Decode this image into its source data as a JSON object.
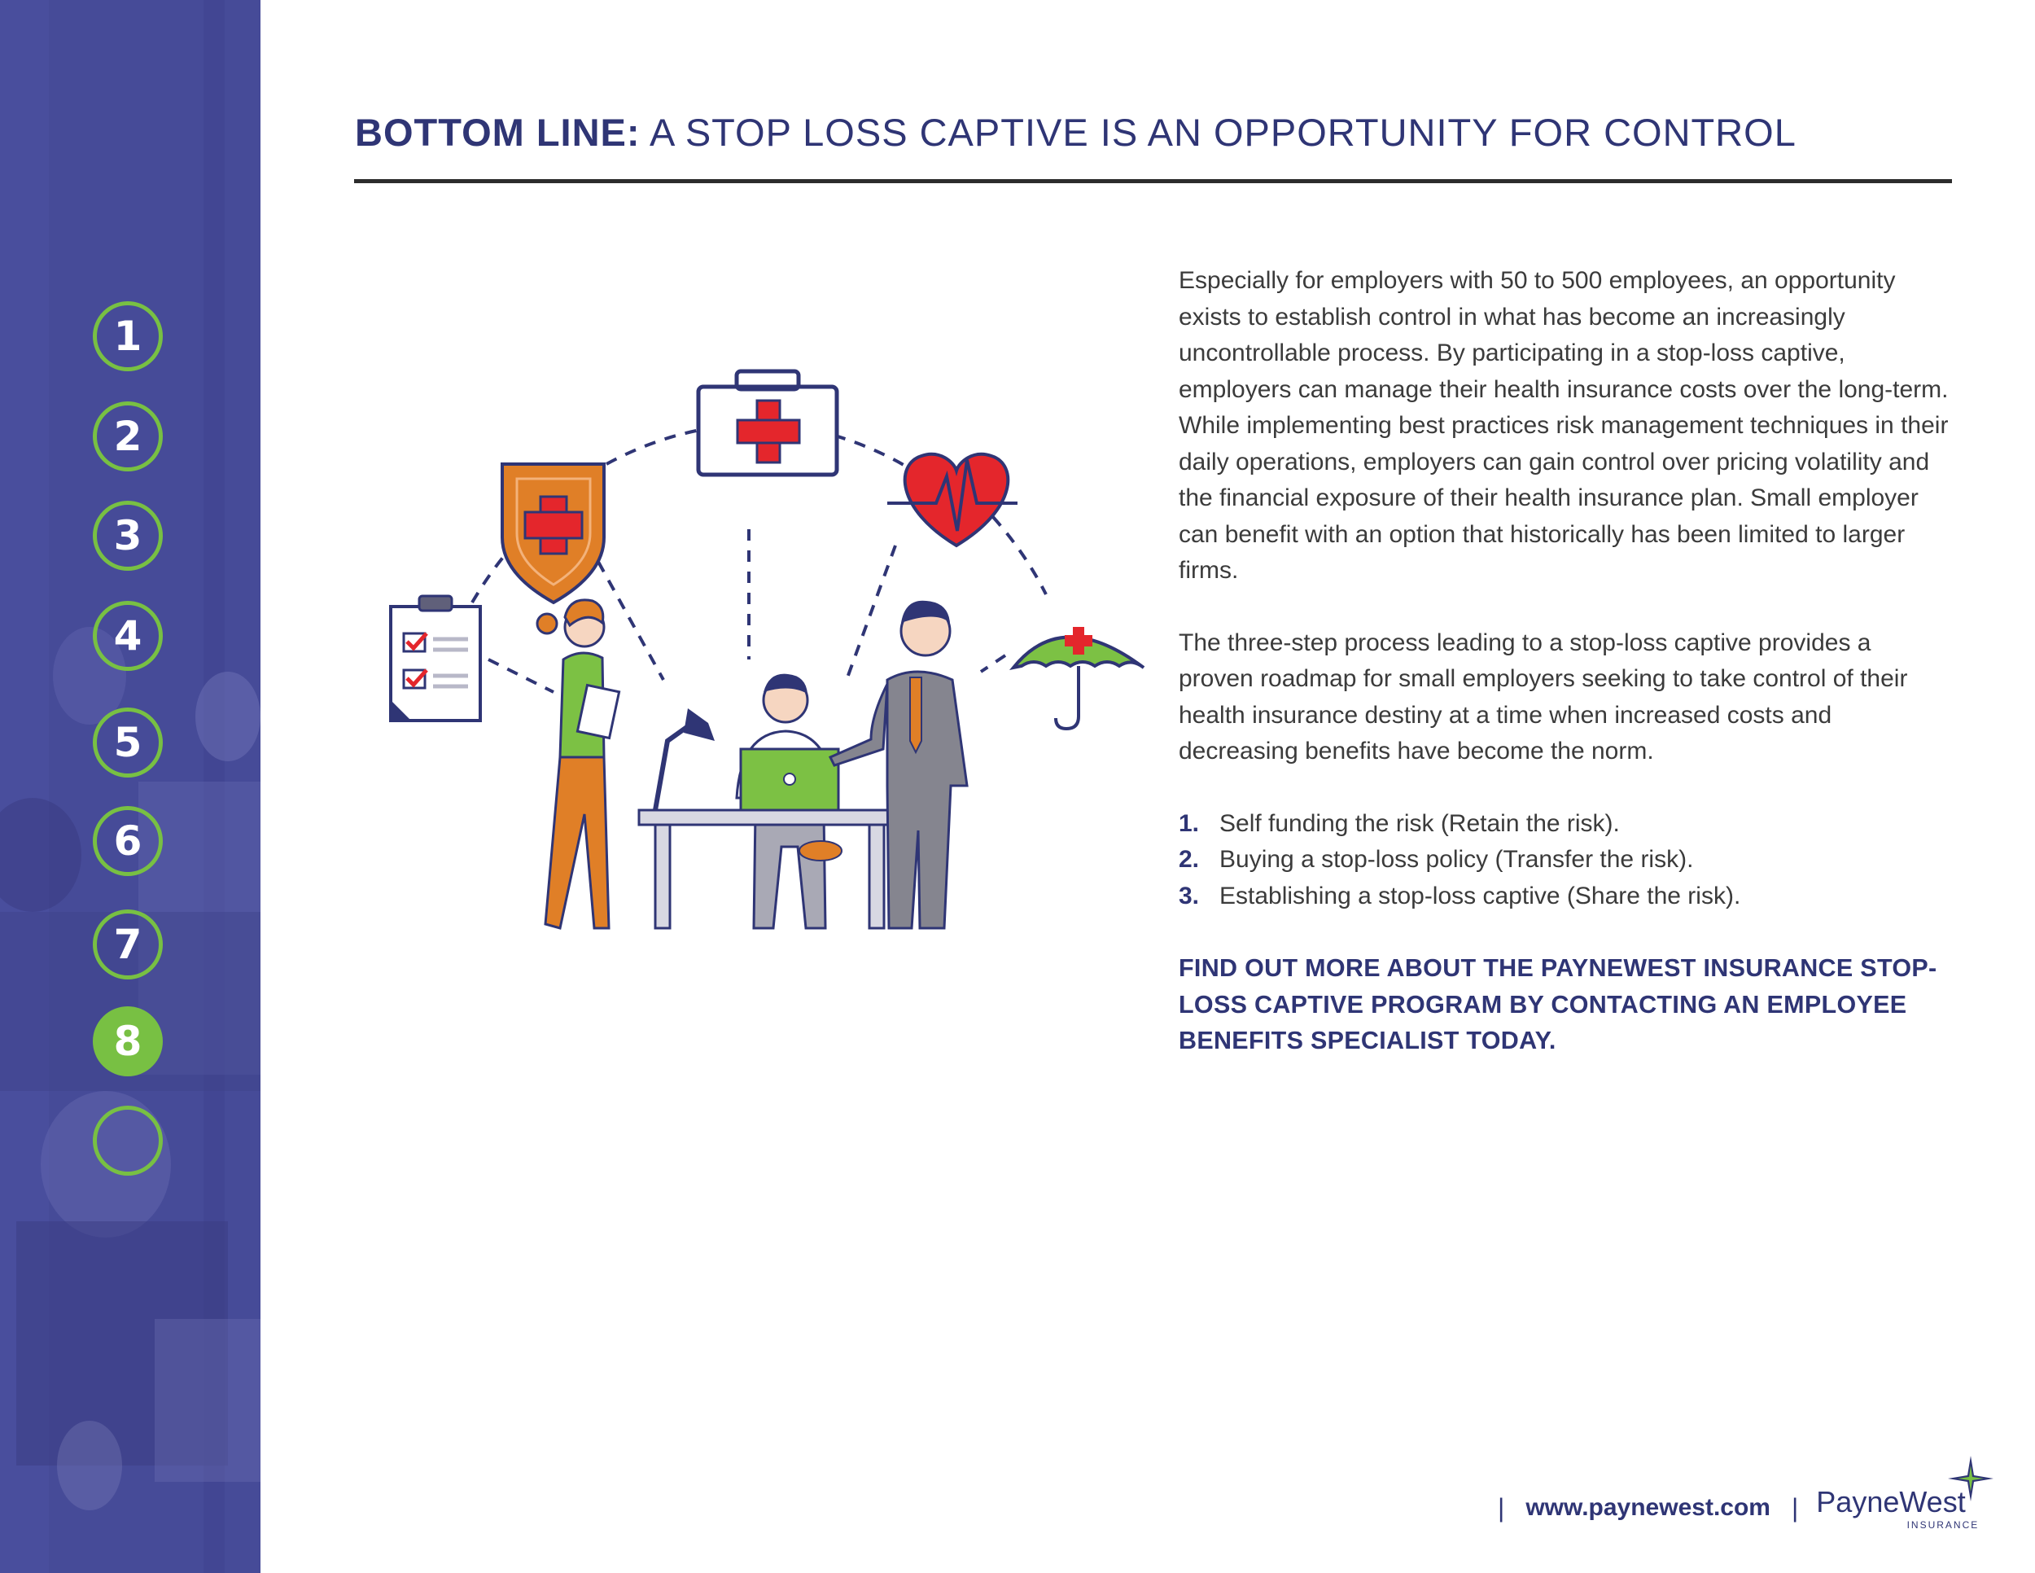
{
  "header": {
    "title_strong": "BOTTOM LINE:",
    "title_rest": " A STOP LOSS CAPTIVE IS AN OPPORTUNITY FOR CONTROL"
  },
  "nav": {
    "items": [
      {
        "label": "1",
        "active": false
      },
      {
        "label": "2",
        "active": false
      },
      {
        "label": "3",
        "active": false
      },
      {
        "label": "4",
        "active": false
      },
      {
        "label": "5",
        "active": false
      },
      {
        "label": "6",
        "active": false
      },
      {
        "label": "7",
        "active": false
      },
      {
        "label": "8",
        "active": true
      },
      {
        "label": "",
        "active": false
      }
    ]
  },
  "body": {
    "paragraph1": "Especially for employers with 50 to 500 employees, an opportunity exists to establish control in what has become an increasingly uncontrollable process. By participating in a stop-loss captive, employers can manage their health insurance costs over the long-term. While implementing best practices risk management techniques in their daily operations, employers can gain control over pricing volatility and the financial exposure of their health insurance plan. Small employer can benefit with an option that historically has been limited to larger firms.",
    "paragraph2": "The three-step process leading to a stop-loss captive provides a proven roadmap for small employers seeking to take control of their health insurance destiny at a time when increased costs and decreasing benefits have become the norm.",
    "steps": [
      {
        "num": "1.",
        "text": "Self funding the risk (Retain the risk)."
      },
      {
        "num": "2.",
        "text": "Buying a stop-loss policy (Transfer the risk)."
      },
      {
        "num": "3.",
        "text": "Establishing a stop-loss captive (Share the risk)."
      }
    ],
    "cta": "FIND OUT MORE ABOUT THE PAYNEWEST INSURANCE STOP-LOSS CAPTIVE PROGRAM BY CONTACTING AN EMPLOYEE BENEFITS SPECIALIST TODAY."
  },
  "footer": {
    "separator": "|",
    "website": "www.paynewest.com",
    "logo_word": "PayneWest",
    "logo_sub": "INSURANCE"
  },
  "colors": {
    "navy": "#2f3575",
    "green": "#78c043",
    "sidebar": "#454a96",
    "orange": "#e07f27",
    "red": "#e4262c"
  },
  "illustration_icons": [
    "clipboard-icon",
    "shield-cross-icon",
    "first-aid-kit-icon",
    "heart-pulse-icon",
    "umbrella-icon",
    "woman-figure",
    "seated-man-laptop",
    "standing-man-suit"
  ]
}
